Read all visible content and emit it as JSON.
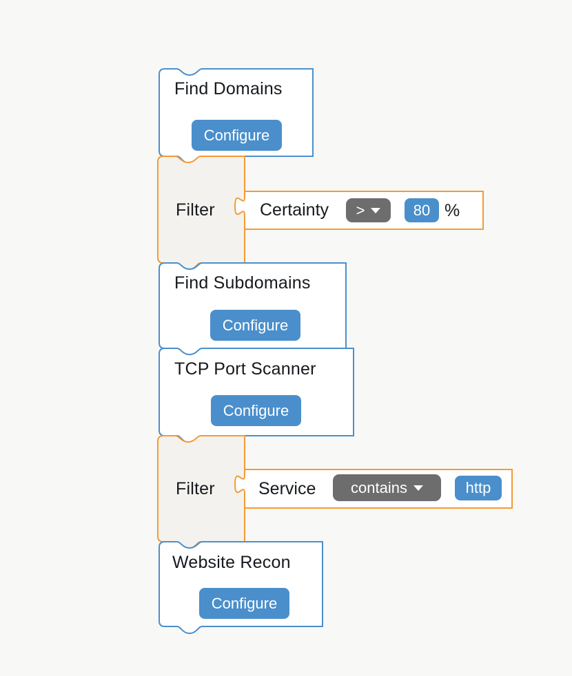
{
  "colors": {
    "tool_border": "#4a8fcb",
    "tool_fill": "#ffffff",
    "filter_border": "#f39b33",
    "filter_fill": "#f3f2ef",
    "accent_blue": "#4a8fcb",
    "dropdown_grey": "#6d6d6d",
    "canvas_bg": "#f8f8f6",
    "text_dark": "#16191d"
  },
  "icons": {
    "caret_down": "caret-down-icon"
  },
  "blocks": [
    {
      "type": "tool",
      "title": "Find Domains",
      "button": "Configure"
    },
    {
      "type": "filter",
      "title": "Filter",
      "condition": {
        "field": "Certainty",
        "operator": ">",
        "value": "80",
        "unit": "%"
      }
    },
    {
      "type": "tool",
      "title": "Find Subdomains",
      "button": "Configure"
    },
    {
      "type": "tool",
      "title": "TCP Port Scanner",
      "button": "Configure"
    },
    {
      "type": "filter",
      "title": "Filter",
      "condition": {
        "field": "Service",
        "operator": "contains",
        "value": "http"
      }
    },
    {
      "type": "tool",
      "title": "Website Recon",
      "button": "Configure"
    }
  ]
}
